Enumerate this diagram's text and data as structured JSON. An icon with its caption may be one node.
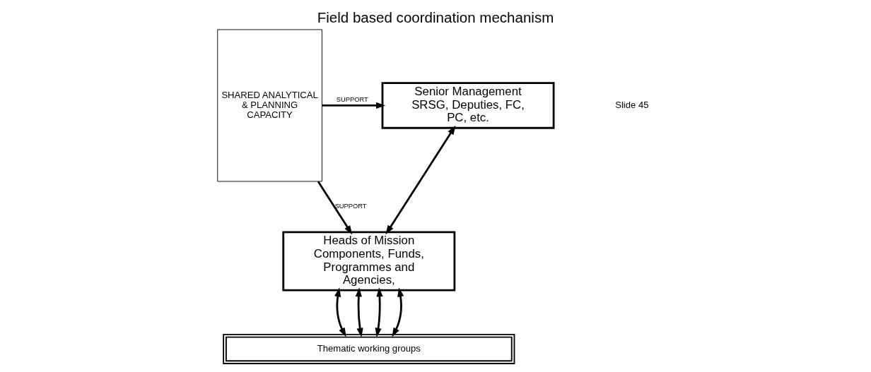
{
  "diagram": {
    "title": "Field based coordination mechanism",
    "nodes": [
      {
        "text": [
          "SHARED ANALYTICAL & PLANNING CAPACITY"
        ]
      },
      {
        "text": [
          "Senior Management SRSG, Deputies, FC, PC, etc."
        ]
      },
      {
        "text": [
          "Heads of Mission Components, Funds, Programmes and Agencies,"
        ]
      },
      {
        "text": [
          "Thematic working groups"
        ]
      }
    ],
    "edges": [
      {
        "from": 0,
        "to": 1,
        "arrow": "to",
        "label": "SUPPORT"
      },
      {
        "from": 0,
        "to": 2,
        "arrow": "to",
        "label": "SUPPORT"
      },
      {
        "from": 1,
        "to": 2,
        "arrow": "both"
      },
      {
        "from": 2,
        "to": 3,
        "arrow": "both"
      },
      {
        "from": 2,
        "to": 3,
        "arrow": "both"
      },
      {
        "from": 2,
        "to": 3,
        "arrow": "both"
      },
      {
        "from": 2,
        "to": 3,
        "arrow": "both"
      }
    ],
    "labels": [
      "Slide 45"
    ]
  }
}
